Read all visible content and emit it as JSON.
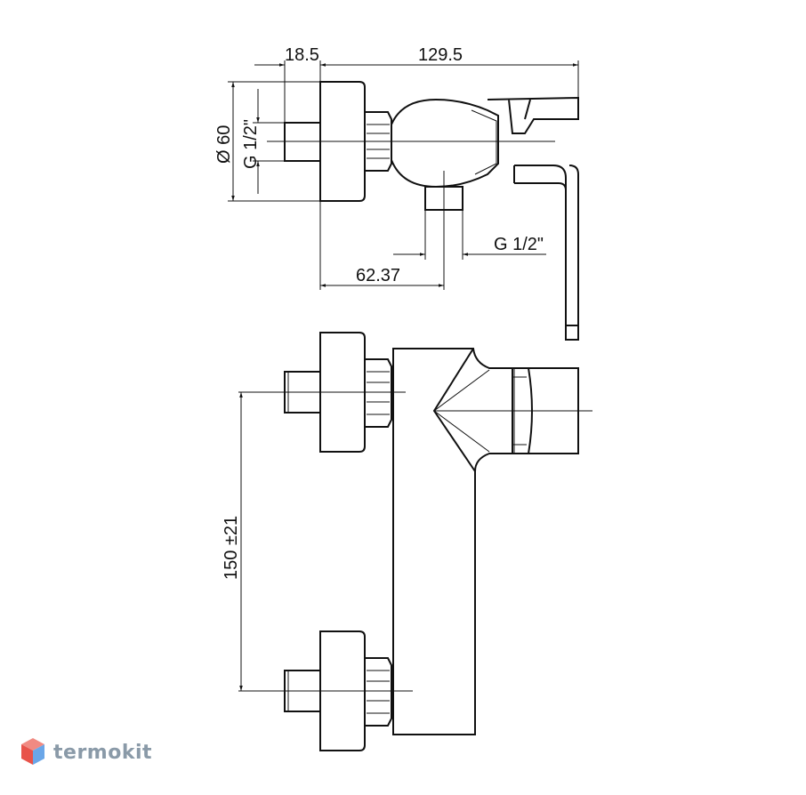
{
  "dimensions": {
    "d_18_5": "18.5",
    "d_129_5": "129.5",
    "d_60": "Ø 60",
    "d_g12_left": "G 1/2\"",
    "d_g12_bottom": "G 1/2\"",
    "d_62_37": "62.37",
    "d_150": "150 ±21"
  },
  "logo": {
    "text": "termokit"
  },
  "colors": {
    "line": "#111111",
    "logo_red": "#e8534a",
    "logo_blue": "#6aa6e8",
    "logo_text": "#8a9aa8"
  }
}
